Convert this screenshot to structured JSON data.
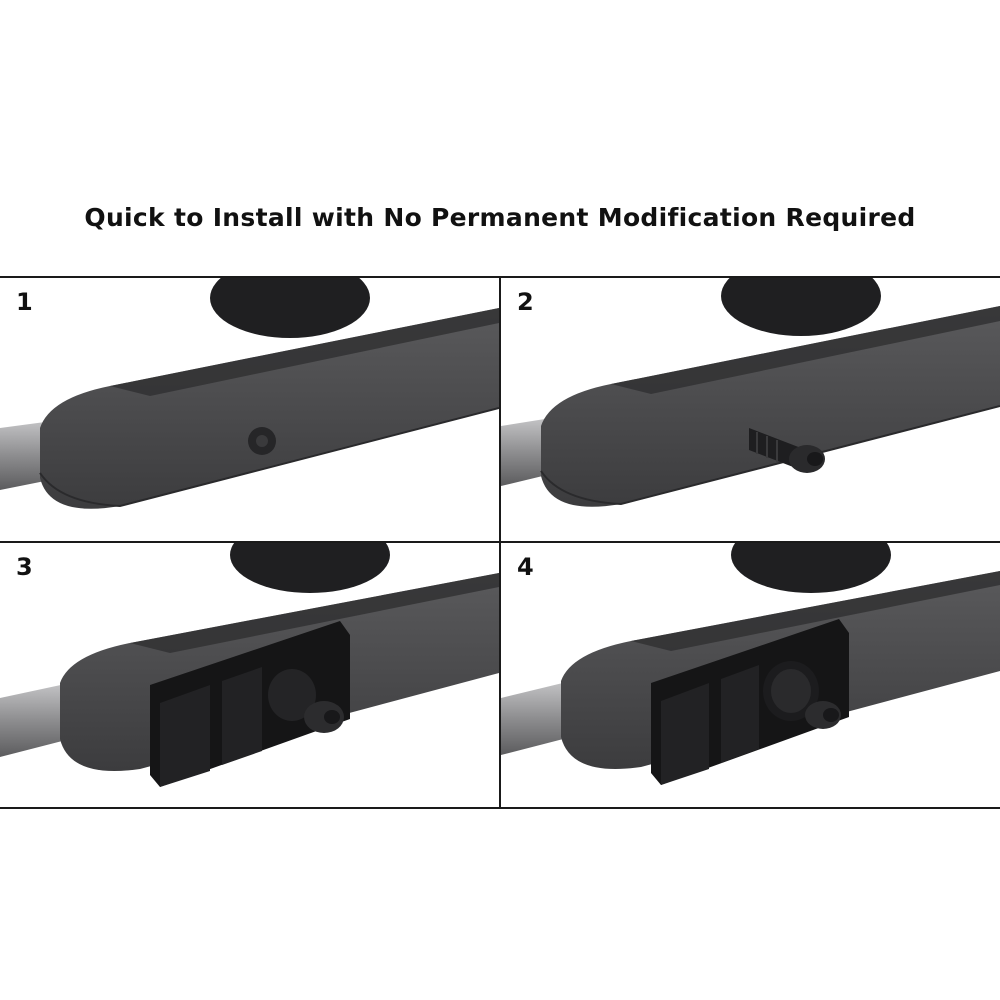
{
  "headline": "Quick to Install with No Permanent Modification Required",
  "steps": [
    {
      "number": "1"
    },
    {
      "number": "2"
    },
    {
      "number": "3"
    },
    {
      "number": "4"
    }
  ],
  "colors": {
    "stock": "#4a4a4c",
    "stock_dark": "#2f2f31",
    "barrel": "#9a9a9c",
    "scope": "#232325",
    "mount": "#161617",
    "border": "#1a1a1a"
  }
}
